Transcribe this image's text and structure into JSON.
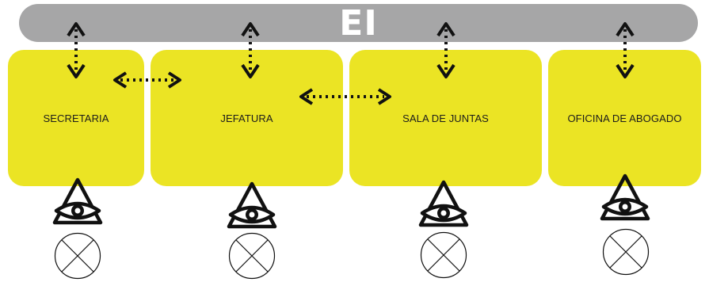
{
  "corridor": {
    "label": "EI"
  },
  "rooms": [
    {
      "label": "SECRETARIA"
    },
    {
      "label": "JEFATURA"
    },
    {
      "label": "SALA DE JUNTAS"
    },
    {
      "label": "OFICINA DE ABOGADO"
    }
  ],
  "colors": {
    "room_fill": "#ebe424",
    "corridor_fill": "#a6a6a7",
    "corridor_text": "#ffffff",
    "arrow": "#111111",
    "icon_stroke": "#111111"
  },
  "icons": {
    "connection_corridor": "double-headed-vertical-dotted-arrow",
    "connection_rooms": "double-headed-horizontal-dotted-arrow",
    "visibility": "eye-in-triangle-icon",
    "no_access": "circled-x-icon"
  }
}
